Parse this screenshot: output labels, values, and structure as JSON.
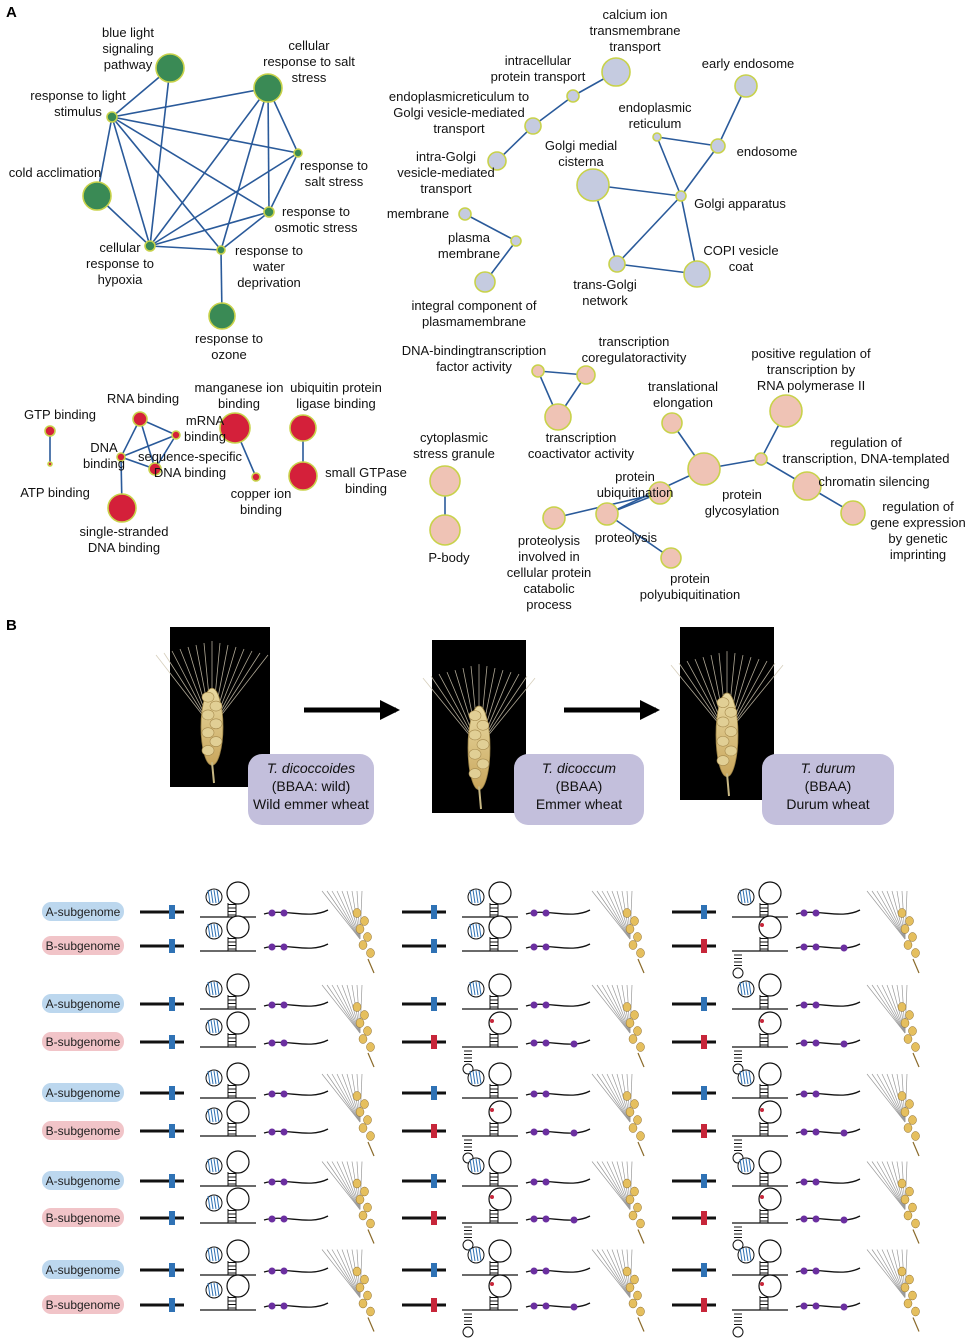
{
  "panels": {
    "a": "A",
    "b": "B"
  },
  "colors": {
    "green": "#3a8a55",
    "grey": "#c5cbe0",
    "red": "#d4203a",
    "pink": "#efc3b5",
    "edge": "#2a5a9a",
    "border": "#c8d24a"
  },
  "network": {
    "nodes": [
      {
        "id": "blue_light",
        "label": [
          "blue light",
          "signaling",
          "pathway"
        ],
        "c": "green",
        "r": 14
      },
      {
        "id": "salt_cell",
        "label": [
          "cellular",
          "response to salt",
          "stress"
        ],
        "c": "green",
        "r": 14
      },
      {
        "id": "light",
        "label": [
          "response to light",
          "stimulus"
        ],
        "c": "green",
        "r": 5
      },
      {
        "id": "salt",
        "label": [
          "response to",
          "salt stress"
        ],
        "c": "green",
        "r": 4
      },
      {
        "id": "cold",
        "label": [
          "cold acclimation"
        ],
        "c": "green",
        "r": 14
      },
      {
        "id": "osmotic",
        "label": [
          "response to",
          "osmotic stress"
        ],
        "c": "green",
        "r": 5
      },
      {
        "id": "hypoxia",
        "label": [
          "cellular",
          "response to",
          "hypoxia"
        ],
        "c": "green",
        "r": 5
      },
      {
        "id": "water",
        "label": [
          "response to",
          "water",
          "deprivation"
        ],
        "c": "green",
        "r": 4
      },
      {
        "id": "ozone",
        "label": [
          "response to",
          "ozone"
        ],
        "c": "green",
        "r": 13
      },
      {
        "id": "calcium",
        "label": [
          "calcium ion",
          "transmembrane",
          "transport"
        ],
        "c": "grey",
        "r": 14
      },
      {
        "id": "intracell",
        "label": [
          "intracellular",
          "protein transport"
        ],
        "c": "grey",
        "r": 6
      },
      {
        "id": "er_golgi",
        "label": [
          "endoplasmicreticulum to",
          "Golgi vesicle-mediated",
          "transport"
        ],
        "c": "grey",
        "r": 8
      },
      {
        "id": "intra_golgi",
        "label": [
          "intra-Golgi",
          "vesicle-mediated",
          "transport"
        ],
        "c": "grey",
        "r": 9
      },
      {
        "id": "early_endo",
        "label": [
          "early endosome"
        ],
        "c": "grey",
        "r": 11
      },
      {
        "id": "er",
        "label": [
          "endoplasmic",
          "reticulum"
        ],
        "c": "grey",
        "r": 4
      },
      {
        "id": "endosome",
        "label": [
          "endosome"
        ],
        "c": "grey",
        "r": 7
      },
      {
        "id": "golgi_medial",
        "label": [
          "Golgi medial",
          "cisterna"
        ],
        "c": "grey",
        "r": 16
      },
      {
        "id": "golgi_app",
        "label": [
          "Golgi apparatus"
        ],
        "c": "grey",
        "r": 5
      },
      {
        "id": "membrane",
        "label": [
          "membrane"
        ],
        "c": "grey",
        "r": 6
      },
      {
        "id": "plasma",
        "label": [
          "plasma",
          "membrane"
        ],
        "c": "grey",
        "r": 5
      },
      {
        "id": "integral",
        "label": [
          "integral component of",
          "plasmamembrane"
        ],
        "c": "grey",
        "r": 10
      },
      {
        "id": "trans_golgi",
        "label": [
          "trans-Golgi",
          "network"
        ],
        "c": "grey",
        "r": 8
      },
      {
        "id": "copi",
        "label": [
          "COPI vesicle",
          "coat"
        ],
        "c": "grey",
        "r": 13
      },
      {
        "id": "gtp",
        "label": [
          "GTP binding"
        ],
        "c": "red",
        "r": 5
      },
      {
        "id": "atp",
        "label": [
          "ATP binding"
        ],
        "c": "red",
        "r": 2
      },
      {
        "id": "rna",
        "label": [
          "RNA binding"
        ],
        "c": "red",
        "r": 7
      },
      {
        "id": "mrna",
        "label": [
          "mRNA",
          "binding"
        ],
        "c": "red",
        "r": 4
      },
      {
        "id": "dna",
        "label": [
          "DNA",
          "binding"
        ],
        "c": "red",
        "r": 4
      },
      {
        "id": "seq_dna",
        "label": [
          "sequence-specific",
          "DNA binding"
        ],
        "c": "red",
        "r": 6
      },
      {
        "id": "ss_dna",
        "label": [
          "single-stranded",
          "DNA binding"
        ],
        "c": "red",
        "r": 14
      },
      {
        "id": "manganese",
        "label": [
          "manganese ion",
          "binding"
        ],
        "c": "red",
        "r": 15
      },
      {
        "id": "copper",
        "label": [
          "copper ion",
          "binding"
        ],
        "c": "red",
        "r": 4
      },
      {
        "id": "ubiq_lig",
        "label": [
          "ubiquitin protein",
          "ligase binding"
        ],
        "c": "red",
        "r": 13
      },
      {
        "id": "gtpase",
        "label": [
          "small GTPase",
          "binding"
        ],
        "c": "red",
        "r": 14
      },
      {
        "id": "tf",
        "label": [
          "DNA-bindingtranscription",
          "factor activity"
        ],
        "c": "pink",
        "r": 6
      },
      {
        "id": "coreg",
        "label": [
          "transcription",
          "coregulatoractivity"
        ],
        "c": "pink",
        "r": 9
      },
      {
        "id": "coact",
        "label": [
          "transcription",
          "coactivator activity"
        ],
        "c": "pink",
        "r": 13
      },
      {
        "id": "stress_gran",
        "label": [
          "cytoplasmic",
          "stress granule"
        ],
        "c": "pink",
        "r": 15
      },
      {
        "id": "pbody",
        "label": [
          "P-body"
        ],
        "c": "pink",
        "r": 15
      },
      {
        "id": "transl",
        "label": [
          "translational",
          "elongation"
        ],
        "c": "pink",
        "r": 10
      },
      {
        "id": "pos_reg",
        "label": [
          "positive regulation of",
          "transcription by",
          "RNA polymerase II"
        ],
        "c": "pink",
        "r": 16
      },
      {
        "id": "reg_trans",
        "label": [
          "regulation of",
          "transcription, DNA-templated"
        ],
        "c": "pink",
        "r": 6
      },
      {
        "id": "chromatin",
        "label": [
          "chromatin silencing"
        ],
        "c": "pink",
        "r": 14
      },
      {
        "id": "imprint",
        "label": [
          "regulation of",
          "gene expression",
          "by genetic",
          "imprinting"
        ],
        "c": "pink",
        "r": 12
      },
      {
        "id": "glyco",
        "label": [
          "protein",
          "glycosylation"
        ],
        "c": "pink",
        "r": 16
      },
      {
        "id": "ubiq",
        "label": [
          "protein",
          "ubiquitination"
        ],
        "c": "pink",
        "r": 11
      },
      {
        "id": "proteolysis",
        "label": [
          "proteolysis"
        ],
        "c": "pink",
        "r": 11
      },
      {
        "id": "proteolysis_cat",
        "label": [
          "proteolysis",
          "involved in",
          "cellular protein",
          "catabolic",
          "process"
        ],
        "c": "pink",
        "r": 11
      },
      {
        "id": "polyubiq",
        "label": [
          "protein",
          "polyubiquitination"
        ],
        "c": "pink",
        "r": 10
      }
    ],
    "edges": [
      [
        "blue_light",
        "light"
      ],
      [
        "blue_light",
        "hypoxia"
      ],
      [
        "salt_cell",
        "light"
      ],
      [
        "salt_cell",
        "hypoxia"
      ],
      [
        "salt_cell",
        "osmotic"
      ],
      [
        "salt_cell",
        "water"
      ],
      [
        "salt_cell",
        "salt"
      ],
      [
        "light",
        "salt"
      ],
      [
        "light",
        "osmotic"
      ],
      [
        "light",
        "hypoxia"
      ],
      [
        "light",
        "water"
      ],
      [
        "light",
        "cold"
      ],
      [
        "cold",
        "hypoxia"
      ],
      [
        "salt",
        "hypoxia"
      ],
      [
        "salt",
        "osmotic"
      ],
      [
        "osmotic",
        "hypoxia"
      ],
      [
        "osmotic",
        "water"
      ],
      [
        "hypoxia",
        "water"
      ],
      [
        "water",
        "ozone"
      ],
      [
        "calcium",
        "intracell"
      ],
      [
        "intracell",
        "er_golgi"
      ],
      [
        "er_golgi",
        "intra_golgi"
      ],
      [
        "early_endo",
        "endosome"
      ],
      [
        "er",
        "endosome"
      ],
      [
        "er",
        "golgi_app"
      ],
      [
        "endosome",
        "golgi_app"
      ],
      [
        "golgi_medial",
        "golgi_app"
      ],
      [
        "golgi_medial",
        "trans_golgi"
      ],
      [
        "golgi_app",
        "trans_golgi"
      ],
      [
        "golgi_app",
        "copi"
      ],
      [
        "trans_golgi",
        "copi"
      ],
      [
        "membrane",
        "plasma"
      ],
      [
        "plasma",
        "integral"
      ],
      [
        "gtp",
        "atp"
      ],
      [
        "rna",
        "mrna"
      ],
      [
        "rna",
        "dna"
      ],
      [
        "rna",
        "seq_dna"
      ],
      [
        "mrna",
        "dna"
      ],
      [
        "mrna",
        "seq_dna"
      ],
      [
        "dna",
        "seq_dna"
      ],
      [
        "dna",
        "ss_dna"
      ],
      [
        "manganese",
        "copper"
      ],
      [
        "ubiq_lig",
        "gtpase"
      ],
      [
        "tf",
        "coreg"
      ],
      [
        "tf",
        "coact"
      ],
      [
        "coreg",
        "coact"
      ],
      [
        "stress_gran",
        "pbody"
      ],
      [
        "transl",
        "glyco"
      ],
      [
        "pos_reg",
        "reg_trans"
      ],
      [
        "reg_trans",
        "glyco"
      ],
      [
        "reg_trans",
        "chromatin"
      ],
      [
        "chromatin",
        "imprint"
      ],
      [
        "glyco",
        "ubiq"
      ],
      [
        "ubiq",
        "proteolysis"
      ],
      [
        "proteolysis",
        "proteolysis_cat"
      ],
      [
        "ubiq",
        "polyubiq"
      ]
    ]
  },
  "species": [
    {
      "name": "T. dicoccoides",
      "genome": "(BBAA: wild)",
      "common": "Wild emmer wheat"
    },
    {
      "name": "T. dicoccum",
      "genome": "(BBAA)",
      "common": "Emmer wheat"
    },
    {
      "name": "T. durum",
      "genome": "(BBAA)",
      "common": "Durum wheat"
    }
  ],
  "subgenome_labels": {
    "a": "A-subgenome",
    "b": "B-subgenome"
  },
  "rows": [
    {
      "group": 1,
      "b_mut": [
        false,
        false,
        true
      ]
    },
    {
      "group": 2,
      "b_mut": [
        false,
        true,
        true
      ]
    },
    {
      "group": 3,
      "b_mut": [
        false,
        true,
        true
      ]
    },
    {
      "group": 4,
      "b_mut": [
        false,
        true,
        true
      ]
    },
    {
      "group": 5,
      "b_mut": [
        false,
        true,
        true
      ]
    }
  ],
  "marker_colors": {
    "normal": "#2f72b5",
    "mutant": "#c7263a",
    "purple": "#6b2fa0"
  }
}
